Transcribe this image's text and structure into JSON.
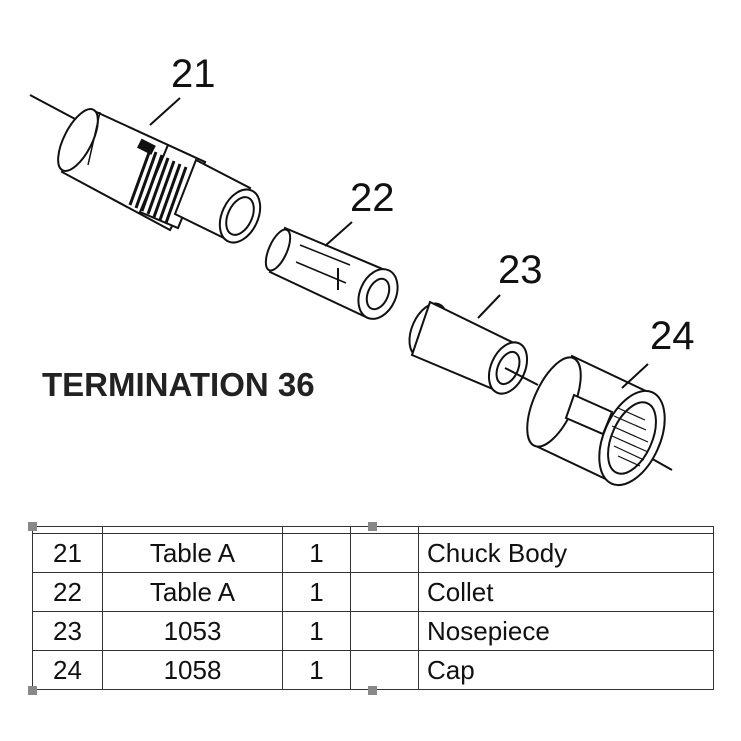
{
  "title": "TERMINATION 36",
  "callouts": {
    "c21": "21",
    "c22": "22",
    "c23": "23",
    "c24": "24"
  },
  "parts": [
    {
      "item": "21",
      "part": "Table A",
      "qty": "1",
      "blank": "",
      "description": "Chuck Body"
    },
    {
      "item": "22",
      "part": "Table A",
      "qty": "1",
      "blank": "",
      "description": "Collet"
    },
    {
      "item": "23",
      "part": "1053",
      "qty": "1",
      "blank": "",
      "description": "Nosepiece"
    },
    {
      "item": "24",
      "part": "1058",
      "qty": "1",
      "blank": "",
      "description": "Cap"
    }
  ],
  "components": [
    "chuck-body",
    "collet",
    "nosepiece",
    "cap"
  ]
}
